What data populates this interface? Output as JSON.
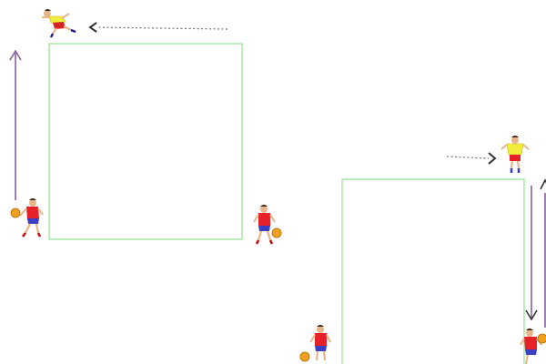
{
  "diagram": {
    "kind": "soccer-drill",
    "colors": {
      "background": "#ffffff",
      "grid_line": "#98e698",
      "pass_arrow": "#8a5fa0",
      "run_arrow": "#555555",
      "attacker_shirt": "#e8202a",
      "attacker_shorts": "#3b3fc4",
      "defender_shirt": "#f2ec3a",
      "defender_shorts_left": "#d42424",
      "defender_shorts_right": "#e8202a",
      "skin": "#e8b48a",
      "hair": "#3a2410",
      "ball": "#f0a020"
    },
    "grids": [
      {
        "id": "grid-left"
      },
      {
        "id": "grid-right"
      }
    ],
    "players": [
      {
        "id": "defender-top-left",
        "role": "defender",
        "pose": "sliding",
        "icon": "player-yellow-icon"
      },
      {
        "id": "attacker-left-bottom",
        "role": "attacker",
        "pose": "dribbling",
        "has_ball": true,
        "icon": "player-red-icon"
      },
      {
        "id": "attacker-left-corner",
        "role": "attacker",
        "pose": "running",
        "has_ball": true,
        "icon": "player-red-icon"
      },
      {
        "id": "defender-right-top",
        "role": "defender",
        "pose": "standing",
        "icon": "player-yellow-icon"
      },
      {
        "id": "attacker-right-bottom-left",
        "role": "attacker",
        "pose": "standing",
        "has_ball": true,
        "icon": "player-red-icon"
      },
      {
        "id": "attacker-right-bottom-right",
        "role": "attacker",
        "pose": "dribbling",
        "has_ball": true,
        "icon": "player-red-icon"
      }
    ],
    "arrows": [
      {
        "id": "run-arrow-top-left",
        "style": "dotted",
        "direction": "left",
        "icon": "arrow-left-icon"
      },
      {
        "id": "pass-arrow-left",
        "style": "solid",
        "direction": "up",
        "icon": "arrow-up-icon"
      },
      {
        "id": "run-arrow-right",
        "style": "dotted",
        "direction": "right",
        "icon": "arrow-right-icon"
      },
      {
        "id": "pass-arrow-right",
        "style": "solid",
        "direction": "down",
        "icon": "arrow-down-icon"
      },
      {
        "id": "pass-arrow-right-edge",
        "style": "solid",
        "direction": "up",
        "icon": "arrow-up-icon"
      }
    ]
  }
}
